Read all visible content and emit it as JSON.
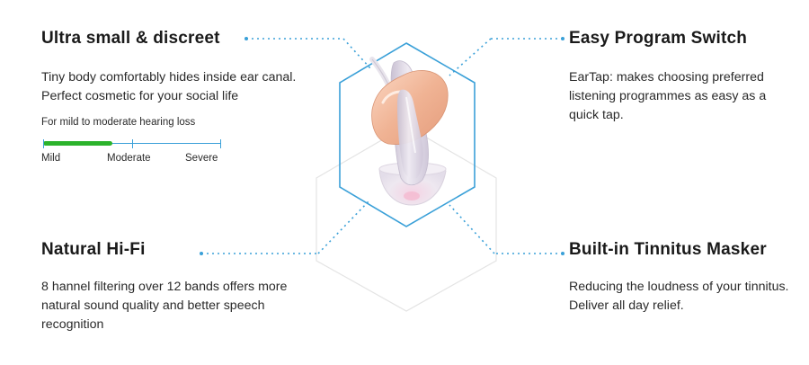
{
  "features": {
    "ultra_small": {
      "title": "Ultra small & discreet",
      "text": "Tiny body comfortably hides inside ear canal. Perfect cosmetic for your social life"
    },
    "program_switch": {
      "title": "Easy Program Switch",
      "text": "EarTap: makes choosing preferred listening programmes as easy as a quick tap."
    },
    "hifi": {
      "title": "Natural Hi-Fi",
      "text": "8 hannel filtering over 12 bands offers more natural sound quality and better speech recognition"
    },
    "tinnitus": {
      "title": "Built-in Tinnitus Masker",
      "text": "Reducing the loudness of your tinnitus. Deliver all day relief."
    }
  },
  "hearing_scale": {
    "caption": "For mild to moderate hearing loss",
    "levels": [
      "Mild",
      "Moderate",
      "Severe"
    ],
    "fill_fraction": 0.39
  },
  "colors": {
    "accent_blue": "#3aa0d8",
    "scale_fill_green": "#2bb32b",
    "device_shell": "#f2b79a",
    "device_body": "#d8d2e0"
  }
}
